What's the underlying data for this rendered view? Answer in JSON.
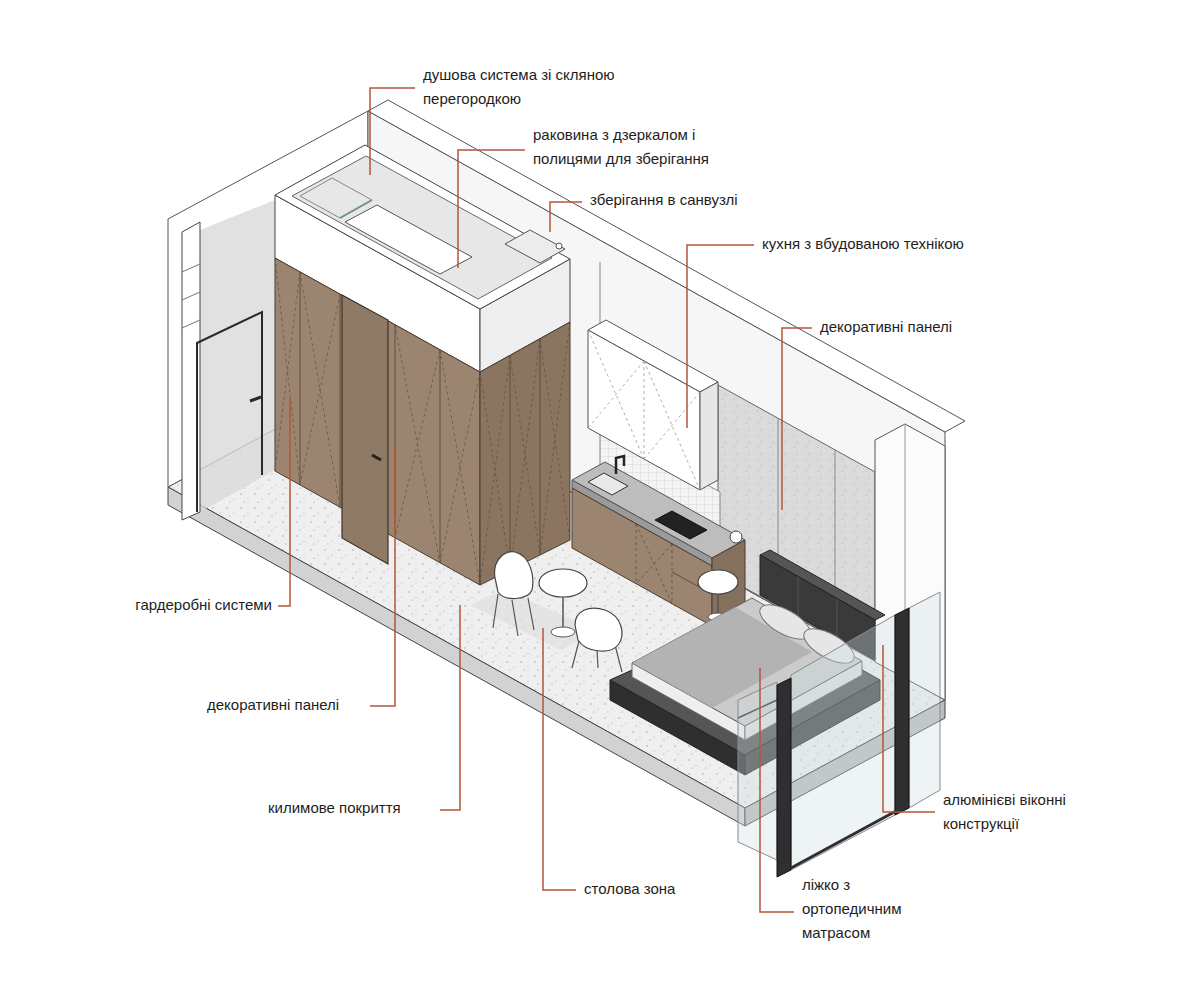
{
  "diagram": {
    "labels": [
      "душова система зі скляною перегородкою",
      "раковина з дзеркалом і полицями для зберігання",
      "зберігання в санвузлі",
      "кухня з вбудованою технікою",
      "декоративні панелі",
      "гардеробні системи",
      "декоративні панелі",
      "килимове покриття",
      "столова зона",
      "алюмінієві віконні конструкції",
      "ліжко з ортопедичним матрасом"
    ]
  }
}
